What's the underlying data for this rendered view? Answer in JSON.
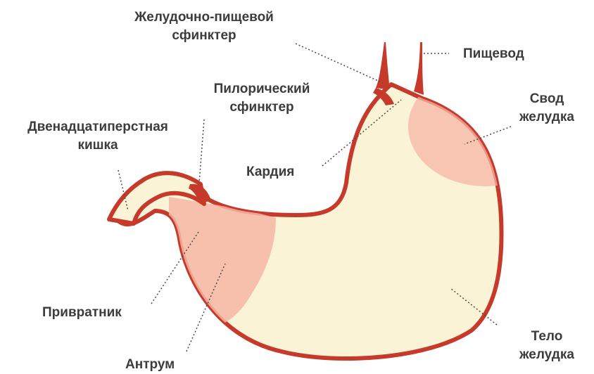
{
  "colors": {
    "wall": "#c63a2c",
    "interior": "#fbf3d6",
    "pink_region": "#f6b6a4",
    "label": "#3c3c3c",
    "leader": "#4a4a4a"
  },
  "labels": {
    "ge_sphincter": [
      "Желудочно-пищевой",
      "сфинктер"
    ],
    "esophagus": [
      "Пищевод"
    ],
    "pyloric_sphincter": [
      "Пилорический",
      "сфинктер"
    ],
    "fundus": [
      "Свод",
      "желудка"
    ],
    "duodenum": [
      "Двенадцатиперстная",
      "кишка"
    ],
    "cardia": [
      "Кардия"
    ],
    "pylorus": [
      "Привратник"
    ],
    "antrum": [
      "Антрум"
    ],
    "body": [
      "Тело",
      "желудка"
    ]
  }
}
